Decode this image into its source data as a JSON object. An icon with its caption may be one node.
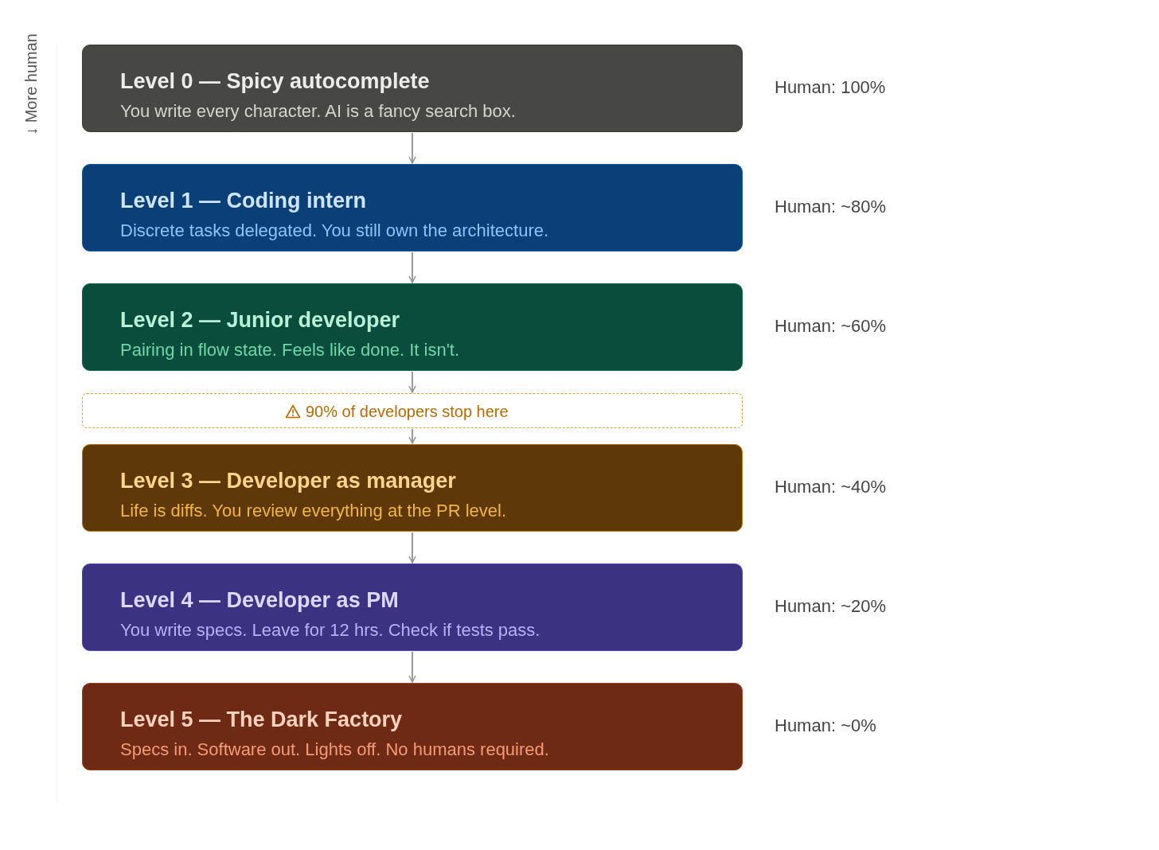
{
  "diagram": {
    "nodes": [
      {
        "text": [
          "Level 0 — Spicy autocomplete",
          "You write every character. AI is a fancy search box."
        ],
        "beside": [
          "Human: 100%"
        ]
      },
      {
        "text": [
          "Level 1 — Coding intern",
          "Discrete tasks delegated. You still own the architecture."
        ],
        "beside": [
          "Human: ~80%"
        ]
      },
      {
        "text": [
          "Level 2 — Junior developer",
          "Pairing in flow state. Feels like done. It isn't."
        ],
        "beside": [
          "Human: ~60%"
        ]
      },
      {
        "text": [
          "90% of developers stop here"
        ]
      },
      {
        "text": [
          "Level 3 — Developer as manager",
          "Life is diffs. You review everything at the PR level."
        ],
        "beside": [
          "Human: ~40%"
        ]
      },
      {
        "text": [
          "Level 4 — Developer as PM",
          "You write specs. Leave for 12 hrs. Check if tests pass."
        ],
        "beside": [
          "Human: ~20%"
        ]
      },
      {
        "text": [
          "Level 5 — The Dark Factory",
          "Specs in. Software out. Lights off. No humans required."
        ],
        "beside": [
          "Human: ~0%"
        ]
      }
    ],
    "edges": [
      {
        "from": 0,
        "to": 1,
        "arrow": "to"
      },
      {
        "from": 1,
        "to": 2,
        "arrow": "to"
      },
      {
        "from": 2,
        "to": 3,
        "arrow": "to"
      },
      {
        "from": 3,
        "to": 4,
        "arrow": "to"
      },
      {
        "from": 4,
        "to": 5,
        "arrow": "to"
      },
      {
        "from": 5,
        "to": 6,
        "arrow": "to"
      }
    ],
    "labels": [
      "↓ More human"
    ]
  }
}
